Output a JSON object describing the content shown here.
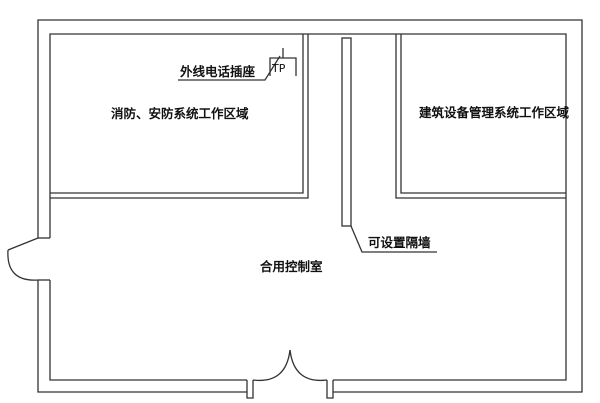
{
  "labels": {
    "phone_socket": "外线电话插座",
    "tp_symbol": "TP",
    "fire_security_zone": "消防、安防系统工作区域",
    "bms_zone": "建筑设备管理系统工作区域",
    "optional_partition": "可设置隔墙",
    "shared_control_room": "合用控制室"
  },
  "colors": {
    "wall_stroke": "#333333",
    "wall_fill": "#ffffff",
    "text": "#111111"
  }
}
